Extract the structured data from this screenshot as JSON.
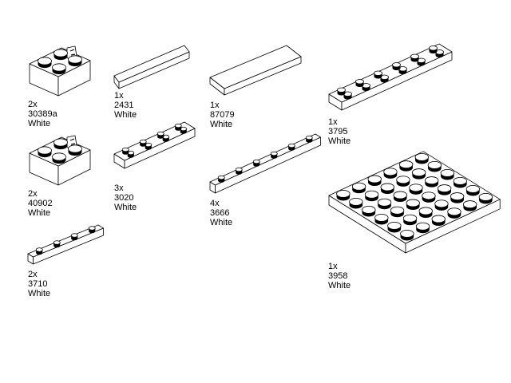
{
  "parts": [
    {
      "id": "part-30389a",
      "qty": "2x",
      "number": "30389a",
      "color": "White"
    },
    {
      "id": "part-2431",
      "qty": "1x",
      "number": "2431",
      "color": "White"
    },
    {
      "id": "part-87079",
      "qty": "1x",
      "number": "87079",
      "color": "White"
    },
    {
      "id": "part-3795",
      "qty": "1x",
      "number": "3795",
      "color": "White"
    },
    {
      "id": "part-40902",
      "qty": "2x",
      "number": "40902",
      "color": "White"
    },
    {
      "id": "part-3020",
      "qty": "3x",
      "number": "3020",
      "color": "White"
    },
    {
      "id": "part-3666",
      "qty": "4x",
      "number": "3666",
      "color": "White"
    },
    {
      "id": "part-3958",
      "qty": "1x",
      "number": "3958",
      "color": "White"
    },
    {
      "id": "part-3710",
      "qty": "2x",
      "number": "3710",
      "color": "White"
    }
  ],
  "colors": {
    "stroke": "#000000",
    "fill": "#ffffff"
  }
}
